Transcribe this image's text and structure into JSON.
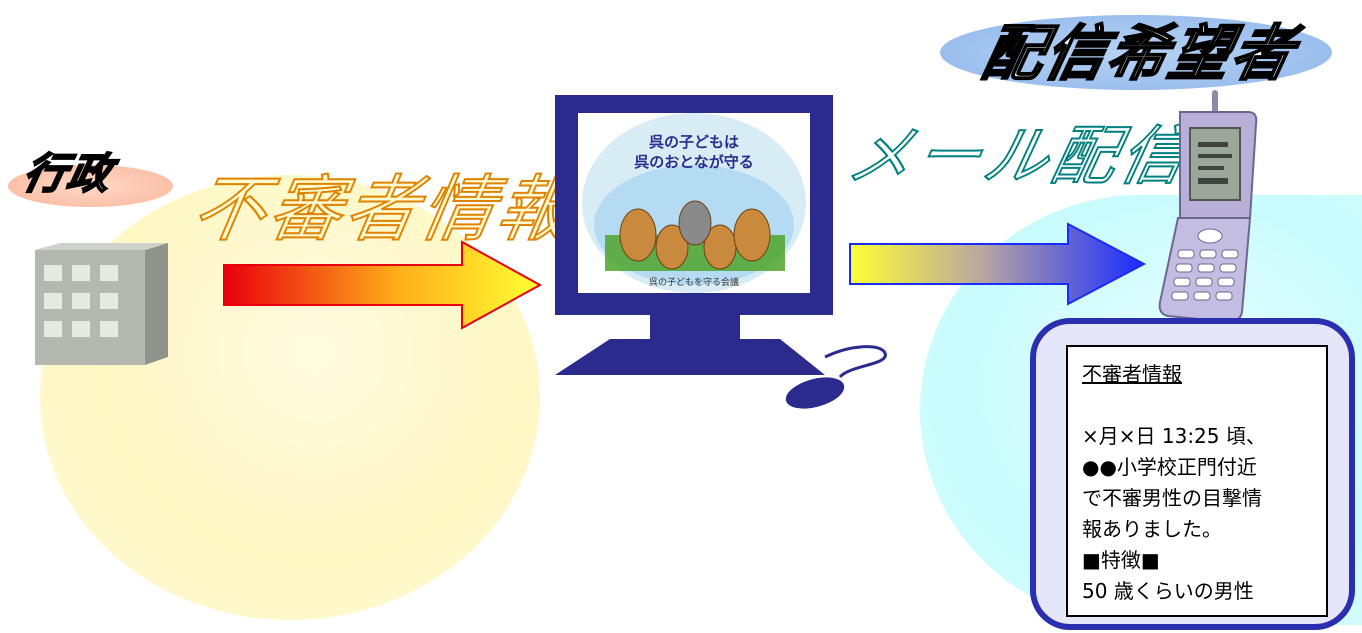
{
  "labels": {
    "gyosei": "行政",
    "fushinsha_joho": "不審者情報",
    "mail_haishin": "メール配信",
    "haishin_kibosha": "配信希望者"
  },
  "monitor_logo": {
    "line1": "呉の子どもは",
    "line2": "呉のおとなが守る",
    "footer": "呉の子どもを守る会議"
  },
  "message": {
    "title": "不審者情報",
    "lines": [
      "×月×日 13:25 頃、",
      "●●小学校正門付近",
      "で不審男性の目撃情",
      "報ありました。",
      "■特徴■",
      "50 歳くらいの男性"
    ]
  },
  "colors": {
    "arrow_left_start": "#e8000c",
    "arrow_left_end": "#ffff33",
    "arrow_right_start": "#ffff33",
    "arrow_right_end": "#1a2bff",
    "monitor": "#2a2b8c",
    "panel_border": "#2a2fb0"
  }
}
